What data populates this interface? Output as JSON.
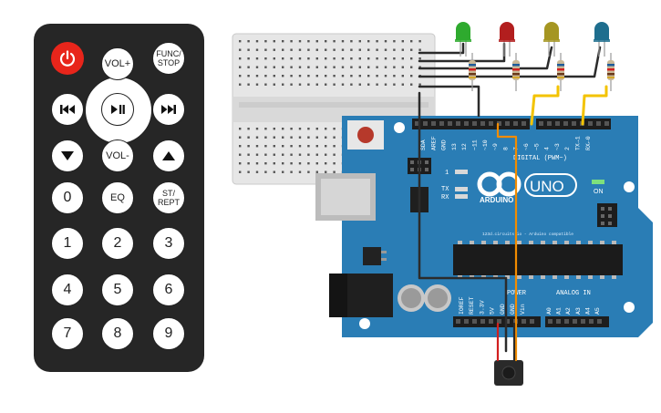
{
  "remote": {
    "buttons": {
      "power": "power-icon",
      "vol_up": "VOL+",
      "func_stop_line1": "FUNC/",
      "func_stop_line2": "STOP",
      "prev": "skip-back-icon",
      "play_pause": "play-pause-icon",
      "next": "skip-forward-icon",
      "down": "triangle-down-icon",
      "vol_down": "VOL-",
      "up": "triangle-up-icon",
      "zero": "0",
      "eq": "EQ",
      "st_rept_line1": "ST/",
      "st_rept_line2": "REPT",
      "one": "1",
      "two": "2",
      "three": "3",
      "four": "4",
      "five": "5",
      "six": "6",
      "seven": "7",
      "eight": "8",
      "nine": "9"
    }
  },
  "arduino": {
    "logo_text": "ARDUINO",
    "model": "UNO",
    "on_label": "ON",
    "tx_label": "TX",
    "rx_label": "RX",
    "l_label": "1",
    "caption": "123d.circuits.io - Arduino compatible",
    "digital_label": "DIGITAL (PWM~)",
    "analog_label": "ANALOG IN",
    "power_label": "POWER",
    "top_pins": [
      "SDA",
      "AREF",
      "GND",
      "13",
      "12",
      "~11",
      "~10",
      "~9",
      "8",
      "7",
      "~6",
      "~5",
      "4",
      "~3",
      "2",
      "TX→1",
      "RX←0"
    ],
    "bottom_power_pins": [
      "IOREF",
      "RESET",
      "3.3V",
      "5V",
      "GND",
      "GND",
      "Vin"
    ],
    "bottom_analog_pins": [
      "A0",
      "A1",
      "A2",
      "A3",
      "A4",
      "A5"
    ]
  },
  "leds": {
    "colors": [
      "#2eaa2e",
      "#b21e1e",
      "#a59622",
      "#1e6e8e"
    ]
  },
  "colors": {
    "board": "#2a7db5",
    "remote_body": "#262626",
    "power_button": "#e8251b",
    "wire_black": "#2b2b2b",
    "wire_yellow": "#f3c300",
    "wire_orange": "#f28c00",
    "wire_red": "#d21f1f"
  }
}
